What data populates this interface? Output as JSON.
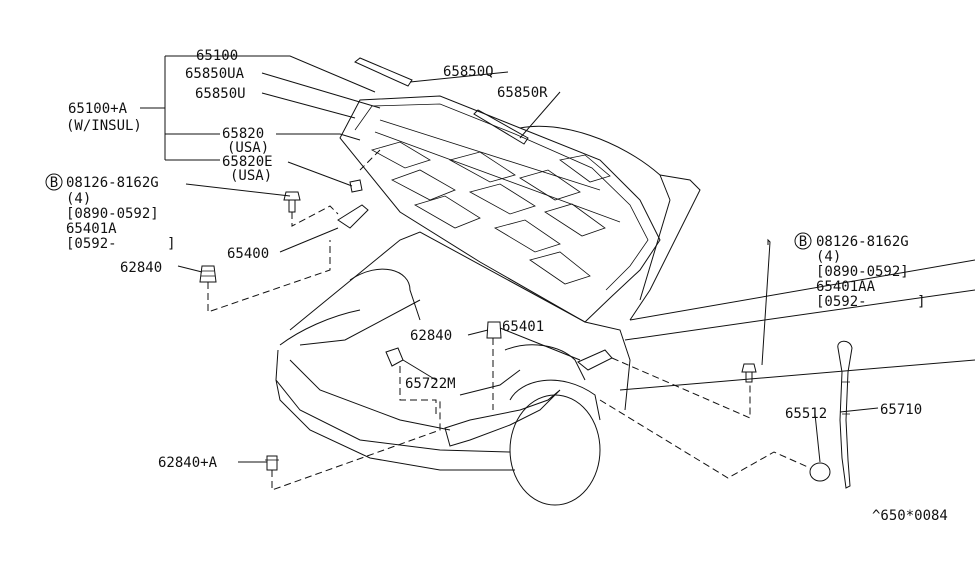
{
  "diagram": {
    "footer_code": "^650*0084",
    "labels": {
      "p65100": "65100",
      "p65850UA": "65850UA",
      "p65850U": "65850U",
      "p65850Q": "65850Q",
      "p65850R": "65850R",
      "p65100A": "65100+A",
      "winsul": "(W/INSUL)",
      "p65820": "65820",
      "usa1": "(USA)",
      "p65820E": "65820E",
      "usa2": "(USA)",
      "bolt_left": "08126-8162G",
      "qty_left": "(4)",
      "date_left": "[0890-0592]",
      "p65401A": "65401A",
      "from_left": "[0592-      ]",
      "p65400": "65400",
      "p62840_left": "62840",
      "p62840_mid": "62840",
      "p65401": "65401",
      "p65722M": "65722M",
      "p62840A": "62840+A",
      "bolt_right": "08126-8162G",
      "qty_right": "(4)",
      "date_right": "[0890-0592]",
      "p65401AA": "65401AA",
      "from_right": "[0592-      ]",
      "p65512": "65512",
      "p65710": "65710",
      "b_left": "B",
      "b_right": "B"
    }
  }
}
